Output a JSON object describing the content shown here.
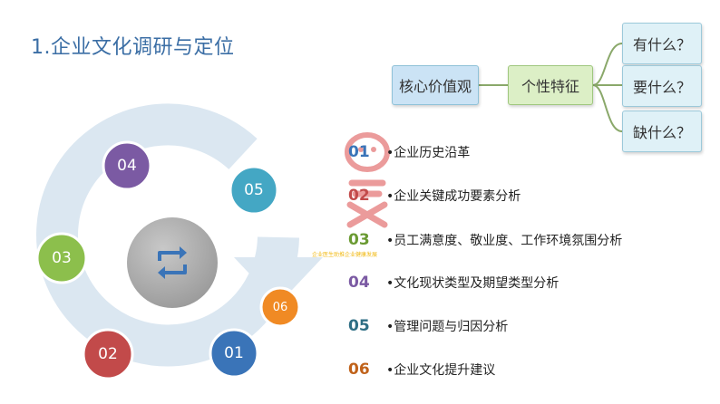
{
  "title": "1.企业文化调研与定位",
  "mindmap": {
    "core": "核心价值观",
    "trait": "个性特征",
    "questions": [
      "有什么？",
      "要什么？",
      "缺什么？"
    ]
  },
  "cycle": {
    "nodes": [
      {
        "label": "04",
        "color": "#7b5aa3"
      },
      {
        "label": "05",
        "color": "#44a7c4"
      },
      {
        "label": "03",
        "color": "#8cbf4c"
      },
      {
        "label": "06",
        "color": "#f08a24"
      },
      {
        "label": "02",
        "color": "#c24a4a"
      },
      {
        "label": "01",
        "color": "#3a74b8"
      }
    ],
    "center_icon": "refresh-icon"
  },
  "list": [
    {
      "num": "01",
      "text": "•企业历史沿革",
      "color": "#3a74b8"
    },
    {
      "num": "02",
      "text": "•企业关键成功要素分析",
      "color": "#c24a4a"
    },
    {
      "num": "03",
      "text": "•员工满意度、敬业度、工作环境氛围分析",
      "color": "#6a9a32"
    },
    {
      "num": "04",
      "text": "•文化现状类型及期望类型分析",
      "color": "#7b5aa3"
    },
    {
      "num": "05",
      "text": "•管理问题与归因分析",
      "color": "#2e6e84"
    },
    {
      "num": "06",
      "text": "•企业文化提升建议",
      "color": "#c0621a"
    }
  ],
  "watermark_text": "企业医生助推企业健康发展"
}
